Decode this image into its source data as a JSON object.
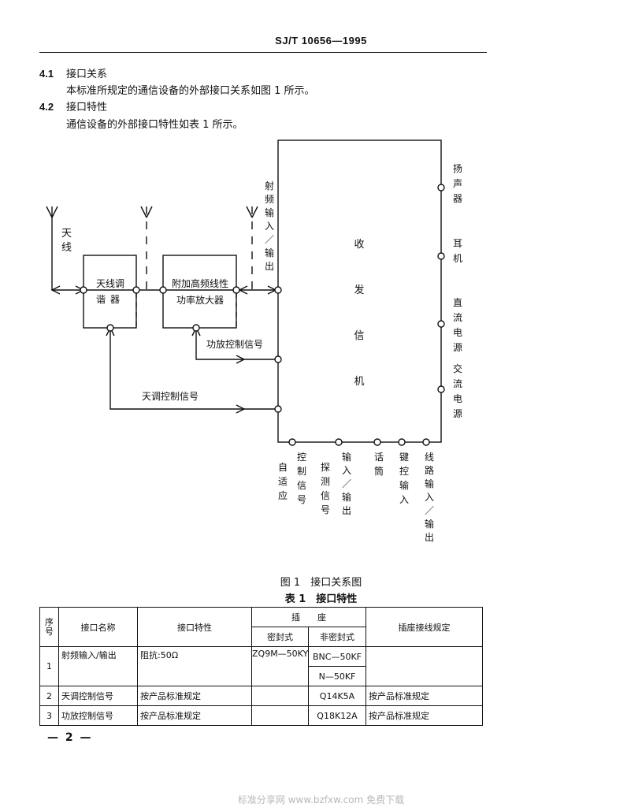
{
  "header": {
    "doc_code": "SJ/T 10656—1995"
  },
  "sections": [
    {
      "num": "4.1",
      "title": "接口关系",
      "text": "本标准所规定的通信设备的外部接口关系如图 1 所示。"
    },
    {
      "num": "4.2",
      "title": "接口特性",
      "text": "通信设备的外部接口特性如表 1 所示。"
    }
  ],
  "diagram": {
    "antenna_label": "天线",
    "tuner_box": "天线调谐器",
    "amp_box_line1": "附加高频线性",
    "amp_box_line2": "功率放大器",
    "rf_io": "射频输入／输出",
    "transceiver": "收发信机",
    "amp_ctrl": "功放控制信号",
    "tuner_ctrl": "天调控制信号",
    "right_ports": [
      "扬声器",
      "耳机",
      "直流电源",
      "交流电源"
    ],
    "bottom_ports": [
      "自适应",
      "控制信号",
      "探测信号",
      "输入／输出",
      "话筒",
      "键控输入",
      "线路输入／输出"
    ]
  },
  "figure_caption": "图 1　接口关系图",
  "table_caption": "表 1　接口特性",
  "table": {
    "headers": {
      "seq": "序号",
      "name": "接口名称",
      "char": "接口特性",
      "socket": "插　　座",
      "sealed": "密封式",
      "unsealed": "非密封式",
      "wiring": "插座接线规定"
    },
    "rows": [
      {
        "seq": "1",
        "name": "射频输入/输出",
        "char": "阻抗:50Ω",
        "sealed": "ZQ9M—50KY",
        "unsealed": "BNC—50KF",
        "unsealed2": "N—50KF",
        "wiring": ""
      },
      {
        "seq": "2",
        "name": "天调控制信号",
        "char": "按产品标准规定",
        "sealed": "",
        "unsealed": "Q14K5A",
        "wiring": "按产品标准规定"
      },
      {
        "seq": "3",
        "name": "功放控制信号",
        "char": "按产品标准规定",
        "sealed": "",
        "unsealed": "Q18K12A",
        "wiring": "按产品标准规定"
      }
    ]
  },
  "page_number": "— 2 —",
  "watermark": "标准分享网 www.bzfxw.com 免费下载"
}
